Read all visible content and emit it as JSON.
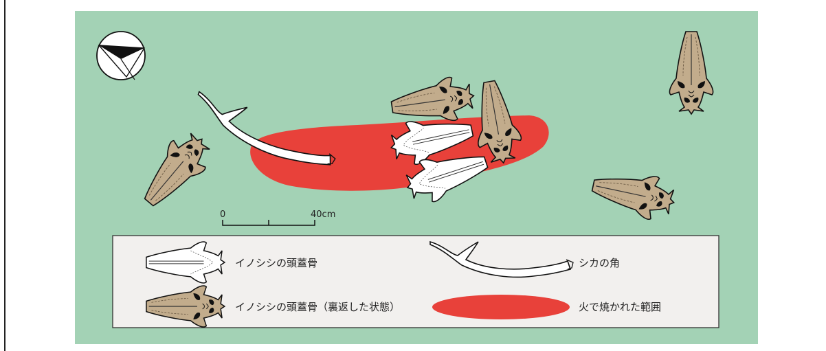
{
  "scale_bar": {
    "start_label": "0",
    "end_label": "40cm"
  },
  "legend": {
    "skull_label": "イノシシの頭蓋骨",
    "skull_flipped_label": "イノシシの頭蓋骨（裏返した状態）",
    "antler_label": "シカの角",
    "burned_label": "火で焼かれた範囲"
  },
  "colors": {
    "background": "#a3d2b5",
    "burned_area": "#e8413a",
    "skull_flipped": "#c2ac8c",
    "skull": "#ffffff",
    "legend_bg": "#f2f0ee"
  },
  "icons": [
    "north-arrow-icon",
    "boar-skull-icon",
    "boar-skull-flipped-icon",
    "deer-antler-icon"
  ]
}
